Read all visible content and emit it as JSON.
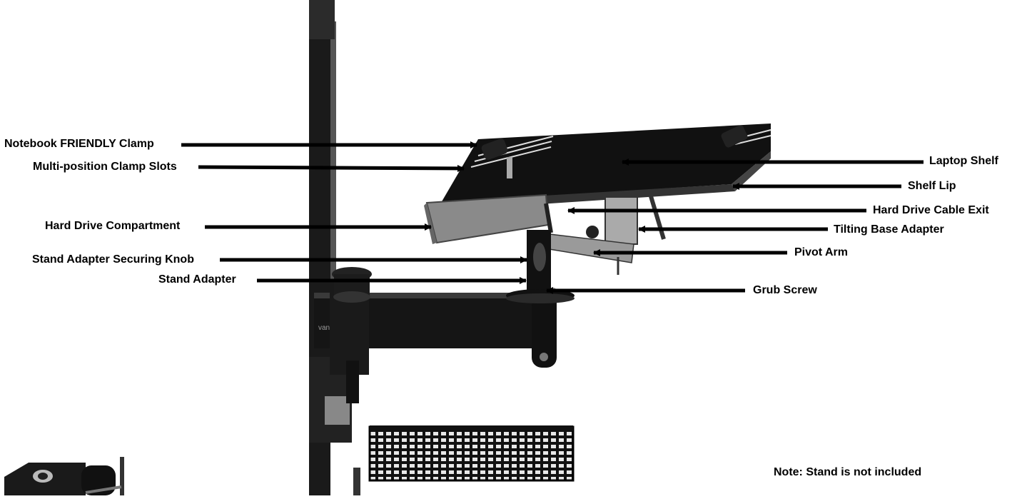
{
  "labels": {
    "notebook_clamp": "Notebook FRIENDLY Clamp",
    "clamp_slots": "Multi-position Clamp Slots",
    "hard_drive_compartment": "Hard Drive Compartment",
    "securing_knob": "Stand Adapter Securing Knob",
    "stand_adapter": "Stand Adapter",
    "laptop_shelf": "Laptop Shelf",
    "shelf_lip": "Shelf Lip",
    "cable_exit": "Hard Drive Cable Exit",
    "tilting_base_adapter": "Tilting Base Adapter",
    "pivot_arm": "Pivot Arm",
    "grub_screw": "Grub Screw"
  },
  "note": "Note: Stand is not included",
  "stand_brand_text": "vang"
}
